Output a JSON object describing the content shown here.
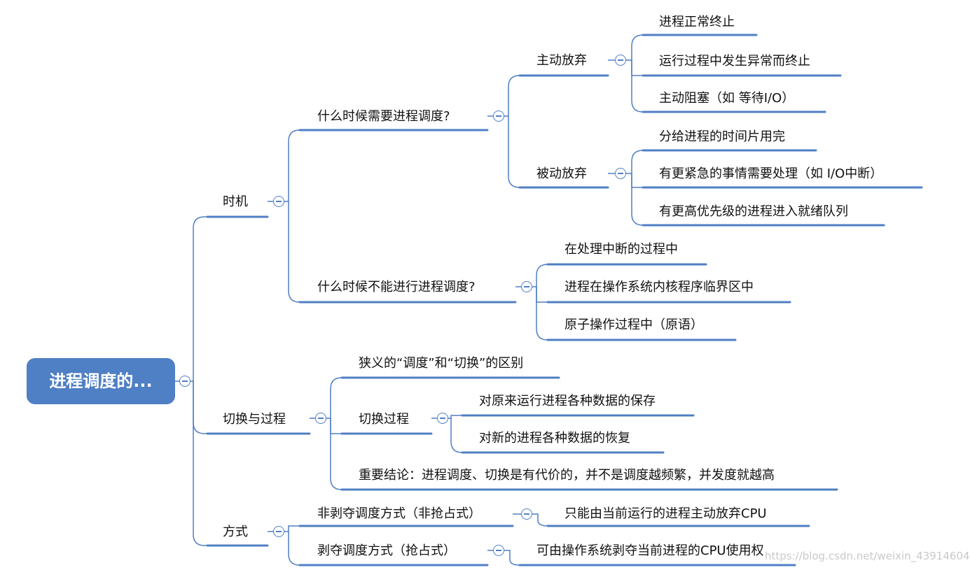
{
  "root": {
    "label": "进程调度的..."
  },
  "l1": {
    "timing": "时机",
    "switch": "切换与过程",
    "mode": "方式"
  },
  "timing": {
    "need": "什么时候需要进程调度?",
    "voluntary": "主动放弃",
    "voluntary_items": [
      "进程正常终止",
      "运行过程中发生异常而终止",
      "主动阻塞（如 等待I/O）"
    ],
    "passive": "被动放弃",
    "passive_items": [
      "分给进程的时间片用完",
      "有更紧急的事情需要处理（如 I/O中断）",
      "有更高优先级的进程进入就绪队列"
    ],
    "cannot": "什么时候不能进行进程调度?",
    "cannot_items": [
      "在处理中断的过程中",
      "进程在操作系统内核程序临界区中",
      "原子操作过程中（原语）"
    ]
  },
  "switch": {
    "diff": "狭义的“调度”和“切换”的区别",
    "process": "切换过程",
    "process_items": [
      "对原来运行进程各种数据的保存",
      "对新的进程各种数据的恢复"
    ],
    "conclusion": "重要结论：进程调度、切换是有代价的，并不是调度越频繁，并发度就越高"
  },
  "mode": {
    "nonpreempt": "非剥夺调度方式（非抢占式）",
    "nonpreempt_item": "只能由当前运行的进程主动放弃CPU",
    "preempt": "剥夺调度方式（抢占式）",
    "preempt_item": "可由操作系统剥夺当前进程的CPU使用权"
  },
  "watermark": "https://blog.csdn.net/weixin_43914604",
  "colors": {
    "accent": "#4f7fc4",
    "line": "#4f7fc4"
  }
}
